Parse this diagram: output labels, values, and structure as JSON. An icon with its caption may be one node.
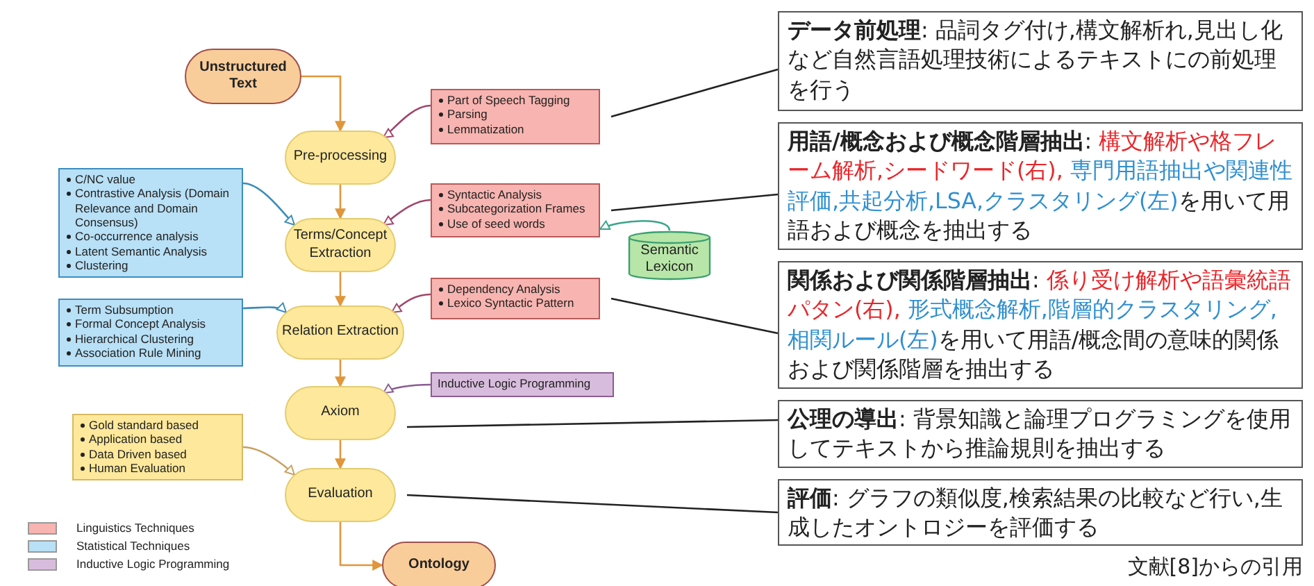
{
  "diagram": {
    "nodes": [
      {
        "text": [
          "Unstructured Text"
        ]
      },
      {
        "text": [
          "Pre-processing"
        ]
      },
      {
        "text": [
          "Part of Speech Tagging",
          "Parsing",
          "Lemmatization"
        ]
      },
      {
        "text": [
          "C/NC value",
          "Contrastive Analysis (Domain Relevance and Domain Consensus)",
          "Co-occurrence analysis",
          "Latent Semantic Analysis",
          "Clustering"
        ]
      },
      {
        "text": [
          "Terms/Concept Extraction"
        ]
      },
      {
        "text": [
          "Syntactic Analysis",
          "Subcategorization Frames",
          "Use of seed words"
        ]
      },
      {
        "text": [
          "Semantic Lexicon"
        ]
      },
      {
        "text": [
          "Term Subsumption",
          "Formal Concept Analysis",
          "Hierarchical Clustering",
          "Association Rule Mining"
        ]
      },
      {
        "text": [
          "Relation Extraction"
        ]
      },
      {
        "text": [
          "Dependency Analysis",
          "Lexico Syntactic Pattern"
        ]
      },
      {
        "text": [
          "Axiom"
        ]
      },
      {
        "text": [
          "Inductive Logic Programming"
        ]
      },
      {
        "text": [
          "Gold standard based",
          "Application based",
          "Data Driven based",
          "Human Evaluation"
        ]
      },
      {
        "text": [
          "Evaluation"
        ]
      },
      {
        "text": [
          "Ontology"
        ]
      },
      {
        "text": [
          "**データ前処理**: 品詞タグ付け,構文解析れ,見出し化など自然言語処理技術によるテキストにの前処理を行う"
        ]
      },
      {
        "text": [
          "**用語/概念および概念階層抽出**:",
          "構文解析や格フレーム解析,シードワード(右),",
          "専門用語抽出や関連性評価,共起分析,LSA,クラスタリング(左)",
          "を用いて用語および概念を抽出する"
        ]
      },
      {
        "text": [
          "**関係および関係階層抽出**:",
          "係り受け解析や語彙統語パタン(右),",
          "形式概念解析,階層的クラスタリング,相関ルール(左)",
          "を用いて用語/概念間の意味的関係および関係階層を抽出する"
        ]
      },
      {
        "text": [
          "**公理の導出**: 背景知識と論理プログラミングを使用してテキストから推論規則を抽出する"
        ]
      },
      {
        "text": [
          "**評価**: グラフの類似度,検索結果の比較など行い,生成したオントロジーを評価する"
        ]
      }
    ],
    "edges": [
      {
        "from": 0,
        "to": 1,
        "arrow": "to"
      },
      {
        "from": 2,
        "to": 1,
        "arrow": "to",
        "color": "#a0476b"
      },
      {
        "from": 1,
        "to": 4,
        "arrow": "to"
      },
      {
        "from": 3,
        "to": 4,
        "arrow": "to",
        "color": "#3a8cb8"
      },
      {
        "from": 5,
        "to": 4,
        "arrow": "to",
        "color": "#a0476b"
      },
      {
        "from": 6,
        "to": 5,
        "arrow": "to",
        "color": "#3aa58a"
      },
      {
        "from": 4,
        "to": 8,
        "arrow": "to"
      },
      {
        "from": 7,
        "to": 8,
        "arrow": "to",
        "color": "#3a8cb8"
      },
      {
        "from": 9,
        "to": 8,
        "arrow": "to",
        "color": "#a0476b"
      },
      {
        "from": 8,
        "to": 10,
        "arrow": "to"
      },
      {
        "from": 11,
        "to": 10,
        "arrow": "to",
        "color": "#8a5c93"
      },
      {
        "from": 10,
        "to": 13,
        "arrow": "to"
      },
      {
        "from": 12,
        "to": 13,
        "arrow": "to",
        "color": "#c8a060"
      },
      {
        "from": 13,
        "to": 14,
        "arrow": "to"
      },
      {
        "from": 2,
        "to": 15,
        "arrow": "none",
        "color": "#222222"
      },
      {
        "from": 5,
        "to": 16,
        "arrow": "none",
        "color": "#222222"
      },
      {
        "from": 9,
        "to": 17,
        "arrow": "none",
        "color": "#222222"
      },
      {
        "from": 10,
        "to": 18,
        "arrow": "none",
        "color": "#222222"
      },
      {
        "from": 13,
        "to": 19,
        "arrow": "none",
        "color": "#222222"
      }
    ],
    "labels": [
      "文献[8]からの引用"
    ],
    "legend": [
      {
        "text": "Linguistics Techniques",
        "color": "#f8b4b0"
      },
      {
        "text": "Statistical Techniques",
        "color": "#b8e0f6"
      },
      {
        "text": "Inductive Logic Programming",
        "color": "#d8bcdd"
      }
    ]
  }
}
